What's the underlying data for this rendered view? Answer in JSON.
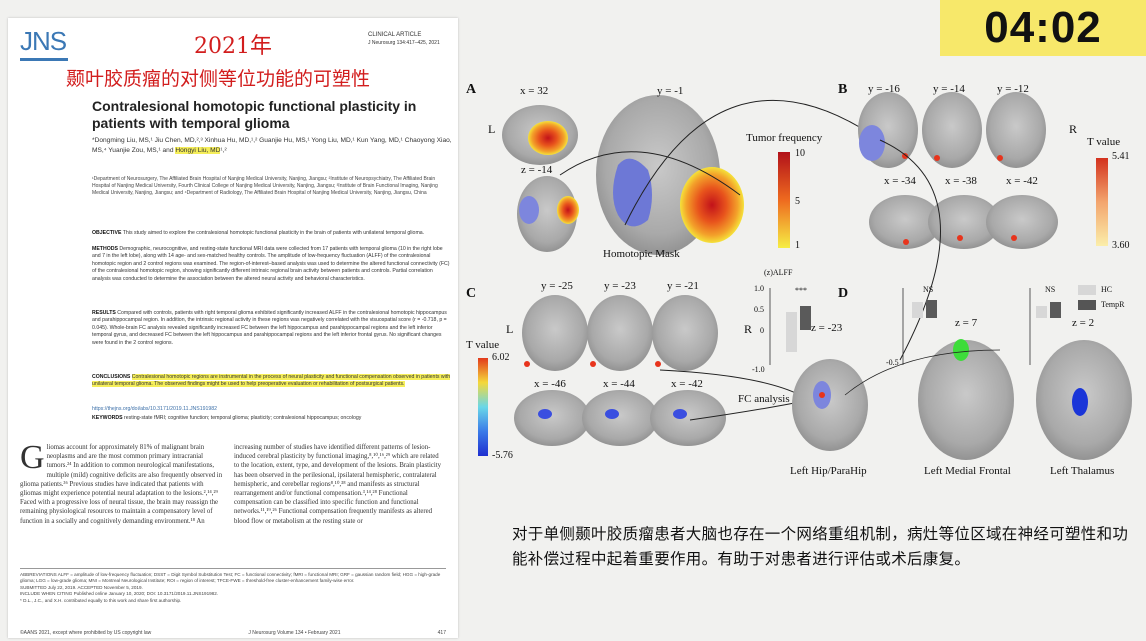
{
  "timer": "04:02",
  "paper": {
    "journal_logo": "JNS",
    "year": "2021年",
    "article_type": "CLINICAL ARTICLE",
    "citation": "J Neurosurg 134:417–425, 2021",
    "title_cn": "颞叶胶质瘤的对侧等位功能的可塑性",
    "title_en": "Contralesional homotopic functional plasticity in patients with temporal glioma",
    "authors_pre": "*Dongming Liu, MS,¹ Jiu Chen, MD,²,³ Xinhua Hu, MD,¹,² Guanjie Hu, MS,¹ Yong Liu, MD,¹ Kun Yang, MD,¹ Chaoyong Xiao, MS,⁴ Yuanjie Zou, MS,¹ and ",
    "authors_hl": "Hongyi Liu, MD",
    "authors_post": "¹,²",
    "affiliations": "¹Department of Neurosurgery, The Affiliated Brain Hospital of Nanjing Medical University, Nanjing, Jiangsu; ²Institute of Neuropsychiatry, The Affiliated Brain Hospital of Nanjing Medical University, Fourth Clinical College of Nanjing Medical University, Nanjing, Jiangsu; ³Institute of Brain Functional Imaging, Nanjing Medical University, Nanjing, Jiangsu; and ⁴Department of Radiology, The Affiliated Brain Hospital of Nanjing Medical University, Nanjing, Jiangsu, China",
    "objective_label": "OBJECTIVE",
    "objective": "This study aimed to explore the contralesional homotopic functional plasticity in the brain of patients with unilateral temporal glioma.",
    "methods_label": "METHODS",
    "methods": "Demographic, neurocognitive, and resting-state functional MRI data were collected from 17 patients with temporal glioma (10 in the right lobe and 7 in the left lobe), along with 14 age- and sex-matched healthy controls. The amplitude of low-frequency fluctuation (ALFF) of the contralesional homotopic region and 2 control regions was examined. The region-of-interest–based analysis was used to determine the altered functional connectivity (FC) of the contralesional homotopic region, showing significantly different intrinsic regional brain activity between patients and controls. Partial correlation analysis was conducted to determine the association between the altered neural activity and behavioral characteristics.",
    "results_label": "RESULTS",
    "results": "Compared with controls, patients with right temporal glioma exhibited significantly increased ALFF in the contralesional homotopic hippocampus and parahippocampal region. In addition, the intrinsic regional activity in these regions was negatively correlated with the visuospatial score (r = -0.718, p = 0.045). Whole-brain FC analysis revealed significantly increased FC between the left hippocampus and parahippocampal regions and the left inferior temporal gyrus, and decreased FC between the left hippocampus and parahippocampal regions and the left inferior frontal gyrus. No significant changes were found in the 2 control regions.",
    "conclusions_label": "CONCLUSIONS",
    "conclusions_hl": "Contralesional homotopic regions are instrumental in the process of neural plasticity and functional compensation observed in patients with unilateral temporal glioma. The observed findings might be used to help preoperative evaluation or rehabilitation of postsurgical patients.",
    "doi": "https://thejns.org/doi/abs/10.3171/2019.11.JNS191982",
    "keywords_label": "KEYWORDS",
    "keywords": "resting-state fMRI; cognitive function; temporal glioma; plasticity; contralesional hippocampus; oncology",
    "intro_left": "liomas account for approximately 81% of malignant brain neoplasms and are the most common primary intracranial tumors.²⁴ In addition to common neurological manifestations, multiple (mild) cognitive deficits are also frequently observed in glioma patients.³⁶ Previous studies have indicated that patients with gliomas might experience potential neural adaptation to the lesions.²,¹⁴,²⁹ Faced with a progressive loss of neural tissue, the brain may reassign the remaining physiological resources to maintain a compensatory level of function in a socially and cognitively demanding environment.¹⁸ An",
    "intro_drop": "G",
    "intro_right": "increasing number of studies have identified different patterns of lesion-induced cerebral plasticity by functional imaging,⁸,¹⁰,¹⁶,²⁹ which are related to the location, extent, type, and development of the lesions. Brain plasticity has been observed in the perilesional, ipsilateral hemispheric, contralateral hemispheric, and cerebellar regions⁸,¹⁰,³⁸ and manifests as structural rearrangement and/or functional compensation.³,¹⁴,²⁸ Functional compensation can be classified into specific function and functional networks.¹¹,¹⁹,²⁶ Functional compensation frequently manifests as altered blood flow or metabolism at the resting state or",
    "abbreviations": "ABBREVIATIONS ALFF = amplitude of low-frequency fluctuation; DSST = Digit Symbol Substitution Test; FC = functional connectivity; fMRI = functional MRI; GRF = gaussian random field; HGG = high-grade glioma; LGG = low-grade glioma; MNI = Montreal Neurological Institute; ROI = region of interest; TFCE-FWE = threshold-free cluster-enhancement family-wise error.",
    "submitted": "SUBMITTED July 22, 2019. ACCEPTED November 5, 2019.",
    "include": "INCLUDE WHEN CITING Published online January 10, 2020; DOI: 10.3171/2019.11.JNS191982.",
    "contrib": "* D.L., J.C., and X.H. contributed equally to this work and share first authorship.",
    "footer_left": "©AANS 2021, except where prohibited by US copyright law",
    "footer_mid": "J Neurosurg  Volume 134 • February 2021",
    "footer_page": "417"
  },
  "figure": {
    "panel_a": {
      "label": "A",
      "x": "x = 32",
      "z": "z = -14",
      "y": "y = -1",
      "left": "L",
      "mask": "Homotopic Mask",
      "colorbar_title": "Tumor frequency",
      "ticks": [
        "10",
        "5",
        "1"
      ]
    },
    "panel_b": {
      "label": "B",
      "y_coords": [
        "y = -16",
        "y = -14",
        "y = -12"
      ],
      "x_coords": [
        "x = -34",
        "x = -38",
        "x = -42"
      ],
      "right": "R",
      "colorbar_title": "T value",
      "ticks": [
        "5.41",
        "3.60"
      ]
    },
    "panel_c": {
      "label": "C",
      "y_coords": [
        "y = -25",
        "y = -23",
        "y = -21"
      ],
      "x_coords": [
        "x = -46",
        "x = -44",
        "x = -42"
      ],
      "left": "L",
      "right": "R",
      "colorbar_title": "T value",
      "ticks": [
        "6.02",
        "-5.76"
      ]
    },
    "panel_d": {
      "label": "D",
      "chart_ylabel": "(z)ALFF",
      "sig1": "***",
      "ns1": "NS",
      "ns2": "NS",
      "legend": [
        "HC",
        "TempR"
      ],
      "y_ticks": [
        "1.0",
        "0.5",
        "0",
        "-0.5",
        "-1.0"
      ],
      "z_center": "z = -23",
      "z_frontal": "z = 7",
      "z_thal": "z = 2",
      "fc": "FC analysis",
      "cap1": "Left Hip/ParaHip",
      "cap2": "Left Medial Frontal",
      "cap3": "Left Thalamus"
    },
    "colors": {
      "hot": "#e8341c",
      "yellow": "#f5e23a",
      "blue": "#5a6fd6",
      "green": "#3ddc3a"
    }
  },
  "caption_cn": "对于单侧颞叶胶质瘤患者大脑也存在一个网络重组机制，病灶等位区域在神经可塑性和功能补偿过程中起着重要作用。有助于对患者进行评估或术后康复。"
}
